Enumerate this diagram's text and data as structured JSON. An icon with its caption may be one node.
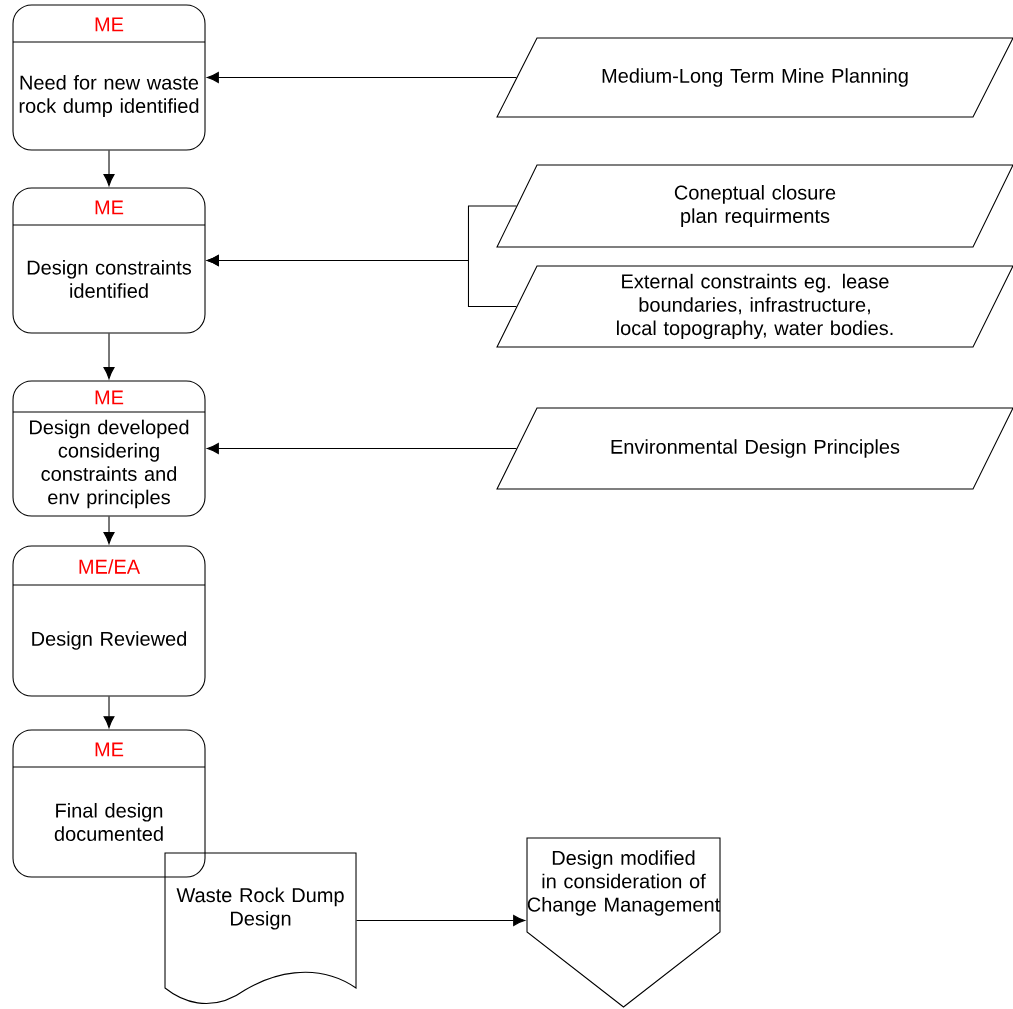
{
  "diagram": {
    "nodes": [
      {
        "text": [
          "ME",
          "Need for new waste rock dump identified"
        ]
      },
      {
        "text": [
          "ME",
          "Design constraints identified"
        ]
      },
      {
        "text": [
          "ME",
          "Design developed considering constraints and env principles"
        ]
      },
      {
        "text": [
          "ME/EA",
          "Design Reviewed"
        ]
      },
      {
        "text": [
          "ME",
          "Final design documented"
        ]
      },
      {
        "text": [
          "Medium-Long Term Mine Planning"
        ]
      },
      {
        "text": [
          "Coneptual closure plan requirments"
        ]
      },
      {
        "text": [
          "External constraints eg. lease boundaries, infrastructure, local topography, water bodies."
        ]
      },
      {
        "text": [
          "Environmental Design Principles"
        ]
      },
      {
        "text": [
          "Waste Rock Dump Design"
        ]
      },
      {
        "text": [
          "Design modified in consideration of Change Management"
        ]
      }
    ],
    "edges": [
      {
        "from": 0,
        "to": 1,
        "arrow": "to"
      },
      {
        "from": 5,
        "to": 0,
        "arrow": "to"
      },
      {
        "from": 6,
        "to": 1,
        "arrow": "to"
      },
      {
        "from": 7,
        "to": 1,
        "arrow": "to"
      },
      {
        "from": 1,
        "to": 2,
        "arrow": "to"
      },
      {
        "from": 8,
        "to": 2,
        "arrow": "to"
      },
      {
        "from": 2,
        "to": 3,
        "arrow": "to"
      },
      {
        "from": 3,
        "to": 4,
        "arrow": "to"
      },
      {
        "from": 9,
        "to": 10,
        "arrow": "to"
      }
    ]
  }
}
